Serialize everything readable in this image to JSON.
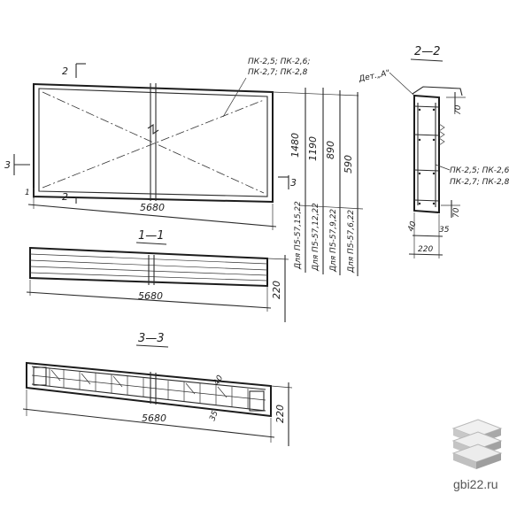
{
  "plan": {
    "length": "5680",
    "panel_label": [
      "ПК-2,5; ПК-2,6;",
      "ПК-2,7; ПК-2,8"
    ],
    "section_mark_2": "2",
    "section_mark_3": "3",
    "mark_1": "1",
    "heights": [
      "1480",
      "1190",
      "890",
      "590"
    ],
    "height_notes": [
      "Для П5-57,15,22",
      "Для П5-57,12,22",
      "Для П5-57,9,22",
      "Для П5-57,6,22"
    ]
  },
  "section_11": {
    "title": "1—1",
    "length": "5680",
    "thickness": "220"
  },
  "section_33": {
    "title": "3—3",
    "length": "5680",
    "thickness": "220",
    "dim_40": "40",
    "dim_35": "35"
  },
  "section_22": {
    "title": "2—2",
    "detail_label": "Дет.„А\"",
    "panel_label": [
      "ПК-2,5; ПК-2,6;",
      "ПК-2,7; ПК-2,8"
    ],
    "dim_70_top": "70",
    "dim_70_bottom": "70",
    "dim_40": "40",
    "dim_35": "35",
    "width": "220"
  },
  "brand": {
    "site": "gbi22.ru",
    "logo_icon": "stacked-slabs-logo"
  }
}
